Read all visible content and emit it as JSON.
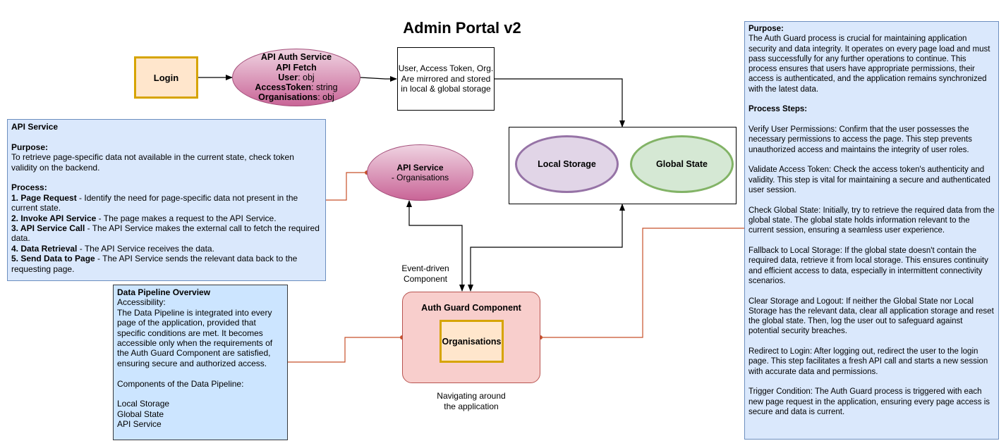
{
  "title": "Admin Portal v2",
  "login": "Login",
  "auth_service": {
    "line1": "API Auth Service",
    "line2": "API Fetch",
    "user_key": "User",
    "user_val": ": obj",
    "token_key": "AccessToken",
    "token_val": ": string",
    "orgs_key": "Organisations",
    "orgs_val": ": obj"
  },
  "storage_note": {
    "line1": "User, Access Token, Org.",
    "line2": "Are mirrored and stored",
    "line3": "in local & global storage"
  },
  "local_storage": "Local Storage",
  "global_state": "Global State",
  "api_service_node": {
    "title": "API Service",
    "subtitle": "- Organisations"
  },
  "event_label": {
    "line1": "Event-driven",
    "line2": "Component"
  },
  "auth_guard": {
    "title": "Auth Guard Component",
    "inner": "Organisations"
  },
  "navigating_label": {
    "line1": "Navigating around",
    "line2": "the application"
  },
  "api_note": {
    "heading": "API Service",
    "purpose_heading": "Purpose:",
    "purpose_text": "To retrieve page-specific data not available in the current state, check token validity on the backend.",
    "process_heading": "Process:",
    "steps": [
      {
        "label": "1. Page Request",
        "text": " - Identify the need for page-specific data not present in the current state."
      },
      {
        "label": "2. Invoke API Service",
        "text": " - The page makes a request to the API Service."
      },
      {
        "label": "3. API Service Call",
        "text": " - The API Service makes the external call to fetch the required data."
      },
      {
        "label": "4. Data Retrieval",
        "text": " - The API Service receives the data."
      },
      {
        "label": "5. Send Data to Page",
        "text": " - The API Service sends the relevant data back to the requesting page."
      }
    ]
  },
  "pipeline_note": {
    "heading": "Data Pipeline Overview",
    "accessibility_heading": "Accessibility:",
    "accessibility_text": "The Data Pipeline is integrated into every page of the application, provided that specific conditions are met. It becomes accessible only when the requirements of the Auth Guard Component are satisfied, ensuring secure and authorized access.",
    "components_heading": "Components of the Data Pipeline:",
    "components": [
      "Local Storage",
      "Global State",
      "API Service"
    ]
  },
  "guard_note": {
    "purpose_heading": "Purpose:",
    "purpose_text": "The Auth Guard process is crucial for maintaining application security and data integrity. It operates on every page load and must pass successfully for any further operations to continue. This process ensures that users have appropriate permissions, their access is authenticated, and the application remains synchronized with the latest data.",
    "steps_heading": "Process Steps:",
    "paragraphs": [
      "Verify User Permissions: Confirm that the user possesses the necessary permissions to access the page. This step prevents unauthorized access and maintains the integrity of user roles.",
      "Validate Access Token: Check the access token's authenticity and validity. This step is vital for maintaining a secure and authenticated user session.",
      "Check Global State: Initially, try to retrieve the required data from the global state. The global state holds information relevant to the current session, ensuring a seamless user experience.",
      "Fallback to Local Storage: If the global state doesn't contain the required data, retrieve it from local storage. This ensures continuity and efficient access to data, especially in intermittent connectivity scenarios.",
      "Clear Storage and Logout: If neither the Global State nor Local Storage has the relevant data, clear all application storage and reset the global state. Then, log the user out to safeguard against potential security breaches.",
      "Redirect to Login: After logging out, redirect the user to the login page. This step facilitates a fresh API call and starts a new session with accurate data and permissions.",
      "Trigger Condition: The Auth Guard process is triggered with each new page request in the application, ensuring every page access is secure and data is current."
    ]
  },
  "colors": {
    "login_fill": "#ffe6cc",
    "login_border": "#d6a400",
    "pink_light": "#efd3e1",
    "pink_dark": "#c96597",
    "pink_border": "#a34d79",
    "local_fill": "#e1d5e7",
    "local_border": "#9673a6",
    "global_fill": "#d5e8d4",
    "global_border": "#82b366",
    "note_fill": "#dae8fc",
    "note_border": "#6c8ebf",
    "pipeline_fill": "#cce5ff",
    "pipeline_border": "#36393d",
    "guard_fill": "#f8cecc",
    "guard_border": "#b85450",
    "connector": "#c7502a"
  }
}
